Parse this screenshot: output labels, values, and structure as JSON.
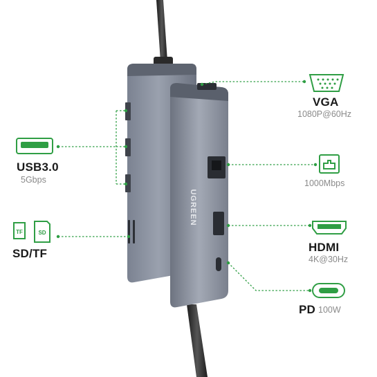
{
  "brand": "UGREEN",
  "accent_color": "#2f9e44",
  "labels": {
    "usb": {
      "title": "USB3.0",
      "sub": "5Gbps",
      "icon": "usb-port-icon"
    },
    "card": {
      "title": "SD/TF",
      "tf": "TF",
      "sd": "SD",
      "icon": "sd-tf-card-icon"
    },
    "vga": {
      "title": "VGA",
      "sub": "1080P@60Hz",
      "icon": "vga-port-icon"
    },
    "ethernet": {
      "sub": "1000Mbps",
      "icon": "ethernet-port-icon"
    },
    "hdmi": {
      "title": "HDMI",
      "sub": "4K@30Hz",
      "icon": "hdmi-port-icon"
    },
    "pd": {
      "title": "PD",
      "sub": "100W",
      "icon": "usb-c-port-icon"
    }
  }
}
